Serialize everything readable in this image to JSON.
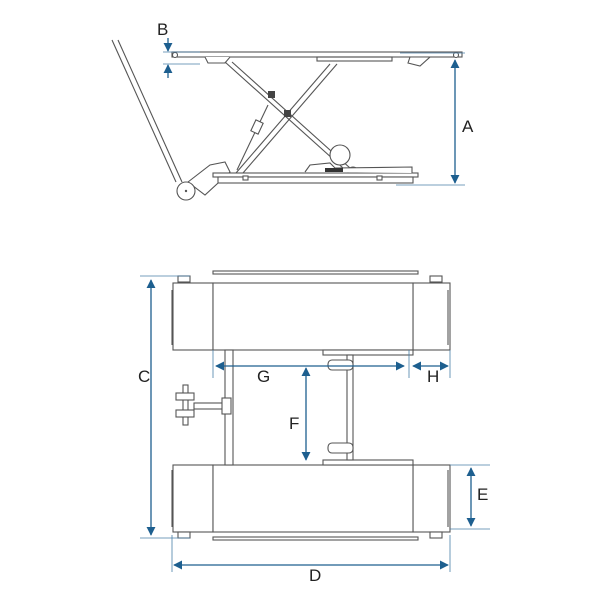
{
  "colors": {
    "dimension": "#1d5f8f",
    "outline": "#555555"
  },
  "labels": {
    "A": "A",
    "B": "B",
    "C": "C",
    "D": "D",
    "E": "E",
    "F": "F",
    "G": "G",
    "H": "H"
  }
}
